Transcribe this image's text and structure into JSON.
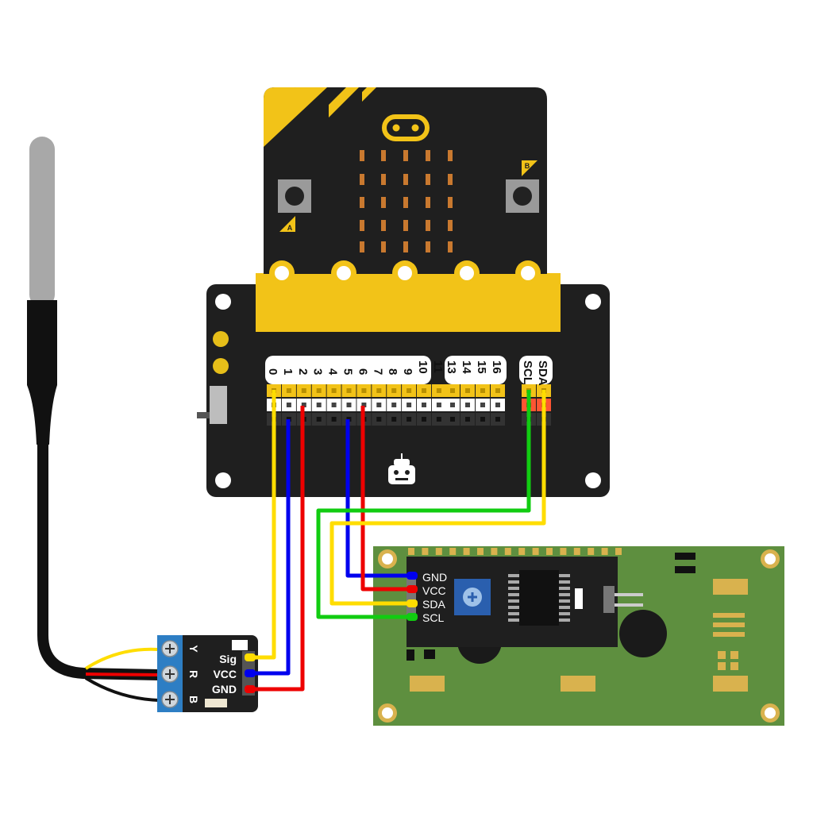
{
  "colors": {
    "board_black": "#1f1f1f",
    "accent_yellow": "#f2c318",
    "led_orange": "#c9792f",
    "lcd_green": "#5e8f3f",
    "pot_blue": "#2a5fae",
    "terminal_blue": "#2d7ec4",
    "wire_yellow": "#ffdd00",
    "wire_blue": "#0000ee",
    "wire_red": "#ee0000",
    "wire_green": "#11cc11",
    "probe_steel": "#a8a8a8"
  },
  "microbit": {
    "button_a_label": "A",
    "button_b_label": "B"
  },
  "shield": {
    "pins_group1": [
      "0",
      "1",
      "2",
      "3",
      "4",
      "5",
      "6",
      "7",
      "8",
      "9",
      "10",
      "11"
    ],
    "pins_group2": [
      "13",
      "14",
      "15",
      "16"
    ],
    "pins_group3": [
      "SCL",
      "SDA"
    ]
  },
  "sensor_module": {
    "pin_labels": [
      "Sig",
      "VCC",
      "GND"
    ],
    "wire_letters": [
      "Y",
      "R",
      "B"
    ]
  },
  "lcd_backpack": {
    "pin_labels": [
      "GND",
      "VCC",
      "SDA",
      "SCL"
    ]
  }
}
